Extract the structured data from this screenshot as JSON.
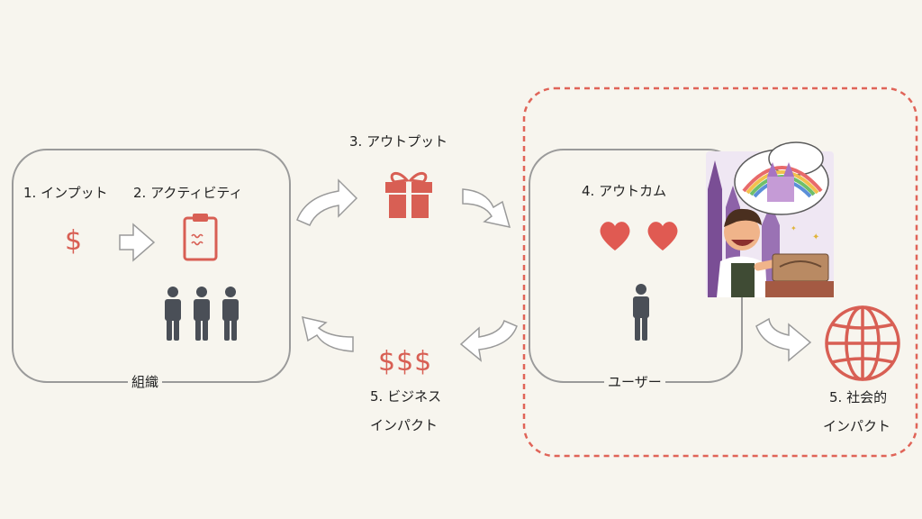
{
  "colors": {
    "accent": "#d85f54",
    "box_border": "#9a9a9a",
    "person": "#4a4f57",
    "dashed": "#e06458",
    "background": "#f7f5ee"
  },
  "org_box": {
    "label": "組織"
  },
  "input": {
    "label": "1. インプット",
    "symbol": "$",
    "icon": "dollar-icon"
  },
  "activity": {
    "label": "2. アクティビティ",
    "icon": "clipboard-icon"
  },
  "output": {
    "label": "3. アウトプット",
    "icon": "gift-icon"
  },
  "user_box": {
    "label": "ユーザー"
  },
  "outcome": {
    "label": "4. アウトカム",
    "icon": "heart-icon"
  },
  "business_impact": {
    "label_line1": "5. ビジネス",
    "label_line2": "インパクト",
    "symbol": "$$$"
  },
  "social_impact": {
    "label_line1": "5. 社会的",
    "label_line2": "インパクト",
    "icon": "globe-icon"
  },
  "illustration": {
    "description_icon": "happy-craftsman-illustration"
  }
}
